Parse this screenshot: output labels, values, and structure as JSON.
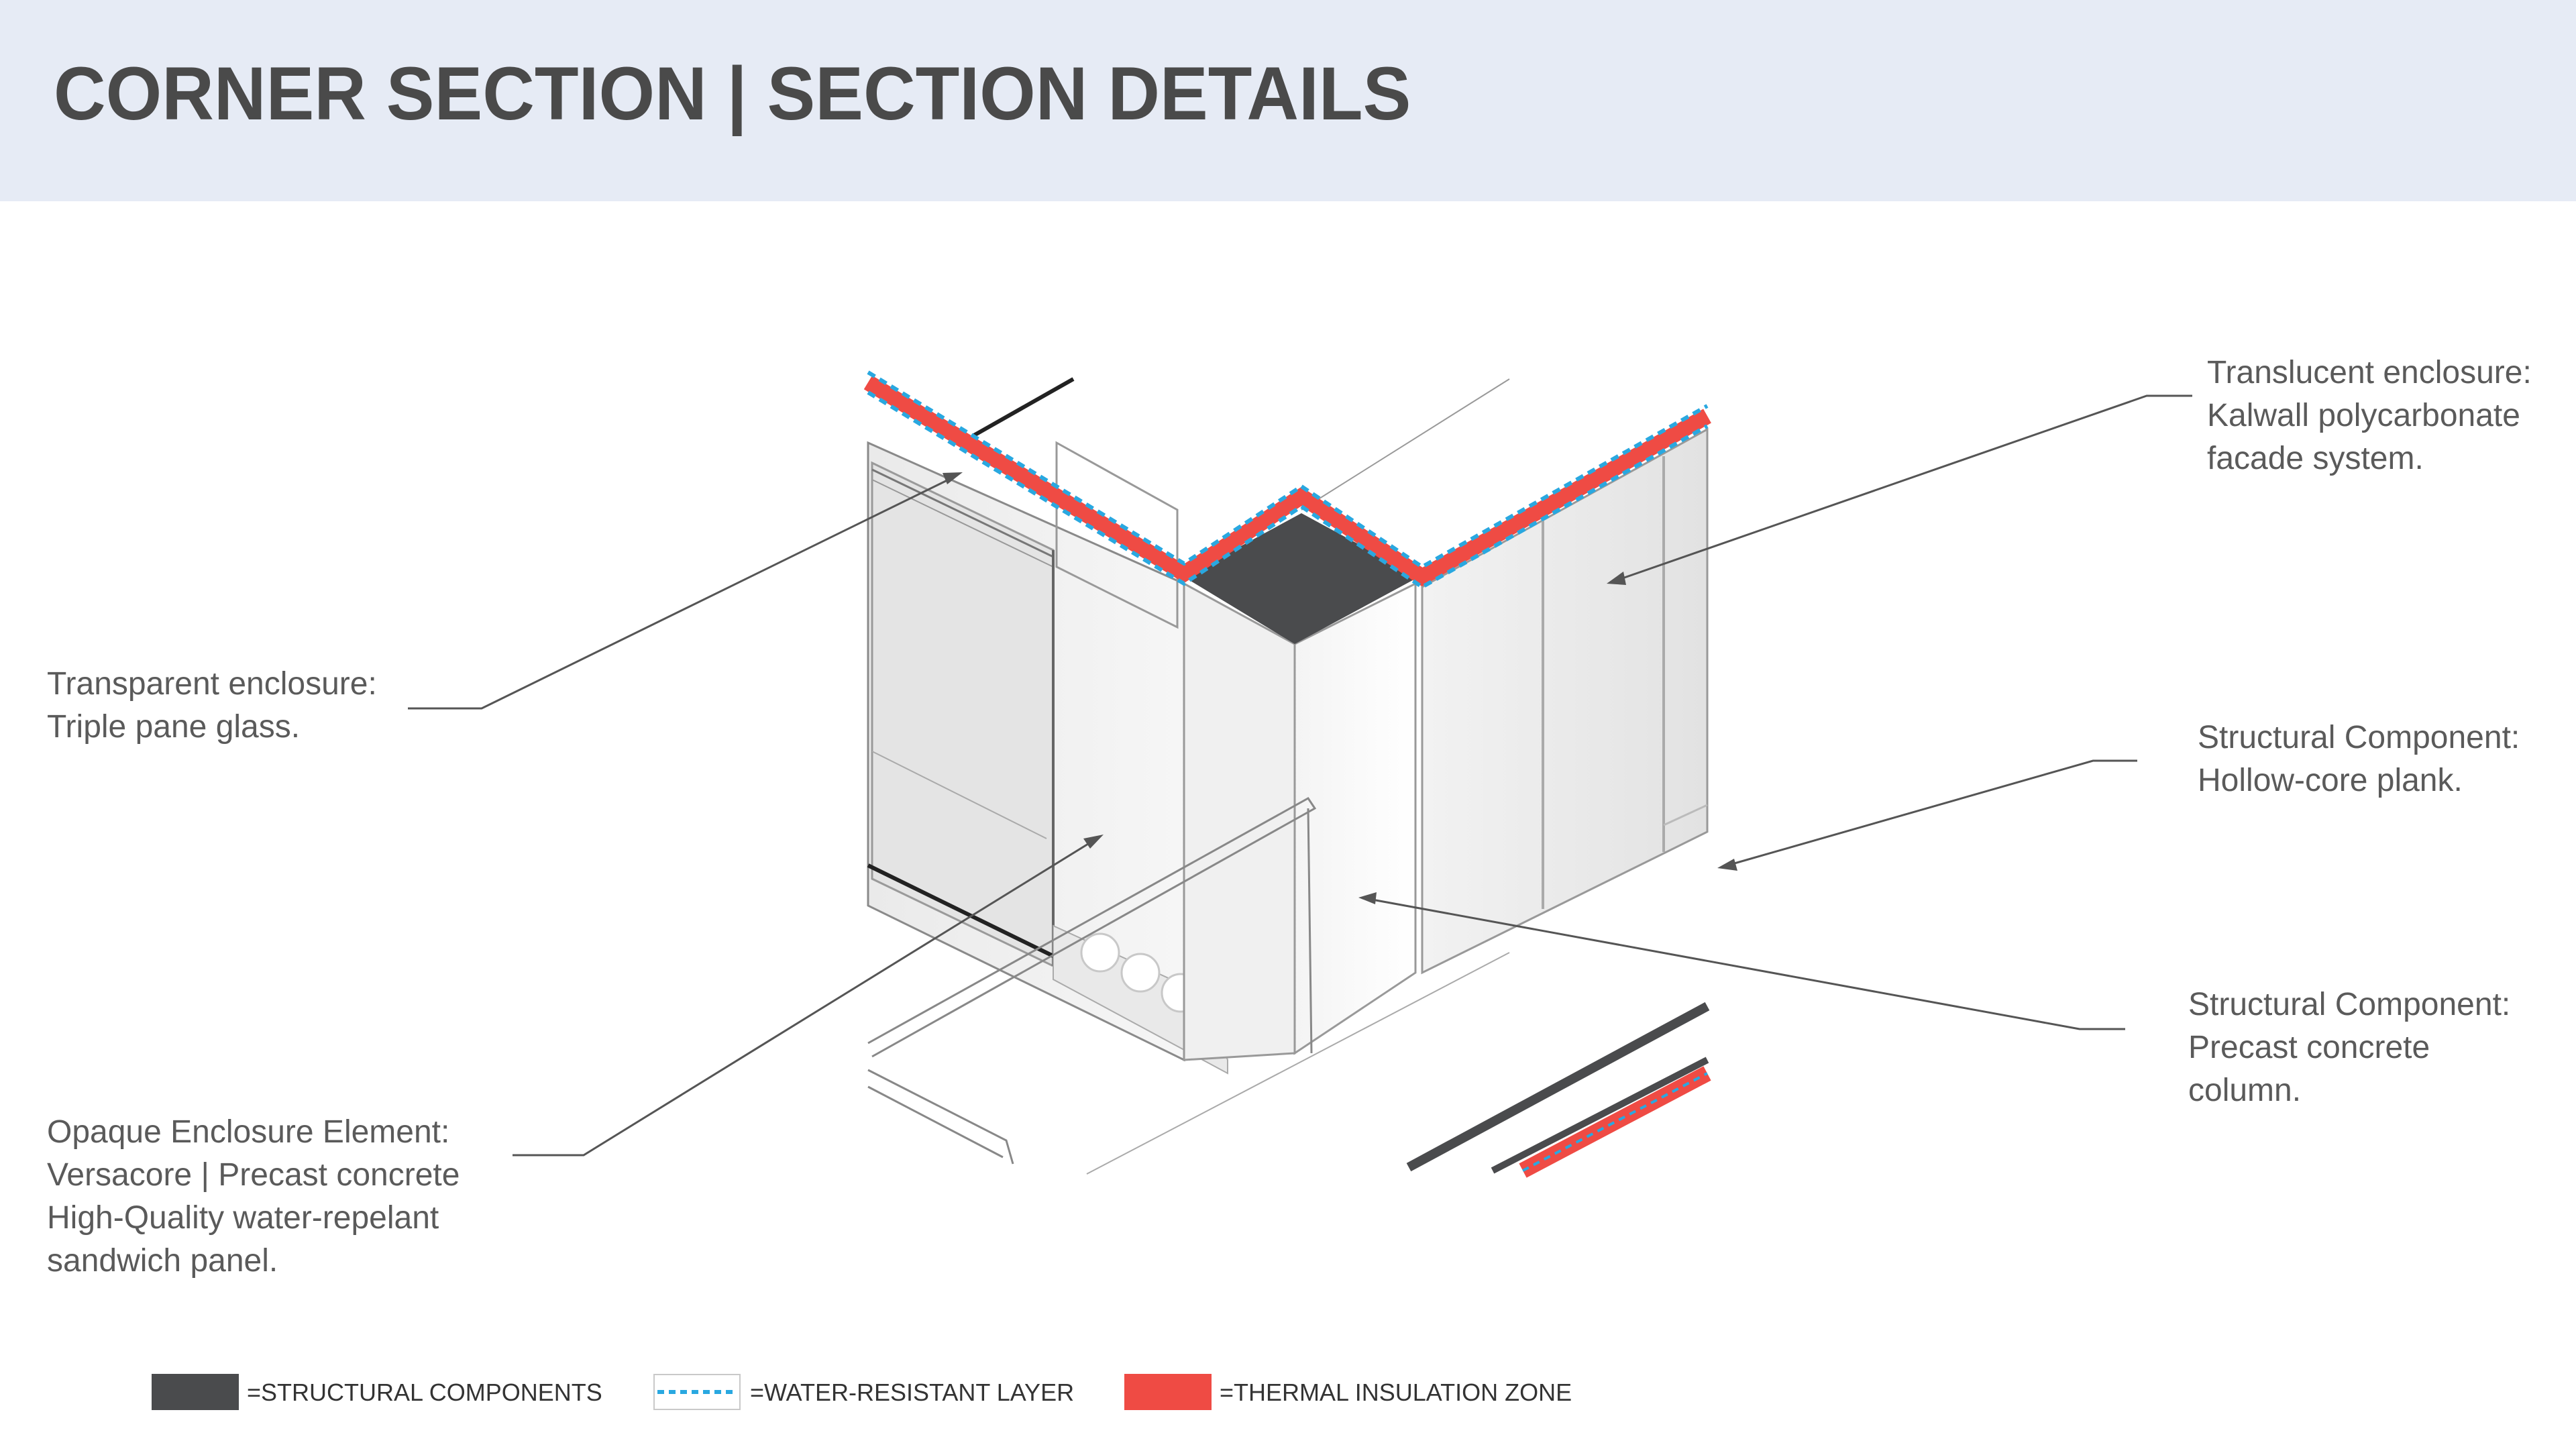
{
  "header": {
    "title": "CORNER SECTION | SECTION DETAILS"
  },
  "callouts": {
    "transparent": [
      "Transparent enclosure:",
      "Triple pane glass."
    ],
    "translucent": [
      "Translucent enclosure:",
      "Kalwall polycarbonate",
      "facade system."
    ],
    "hollowcore": [
      "Structural Component:",
      "Hollow-core plank."
    ],
    "column": [
      "Structural Component:",
      "Precast concrete",
      "column."
    ],
    "opaque": [
      "Opaque Enclosure Element:",
      "Versacore | Precast concrete",
      "High-Quality water-repelant",
      "sandwich panel."
    ]
  },
  "legend": {
    "structural": "=STRUCTURAL COMPONENTS",
    "water": "=WATER-RESISTANT LAYER",
    "thermal": "=THERMAL INSULATION ZONE"
  },
  "colors": {
    "structural": "#4a4b4d",
    "water": "#29a8e0",
    "thermal": "#ef4b44",
    "header_bg": "#e6ebf5"
  }
}
